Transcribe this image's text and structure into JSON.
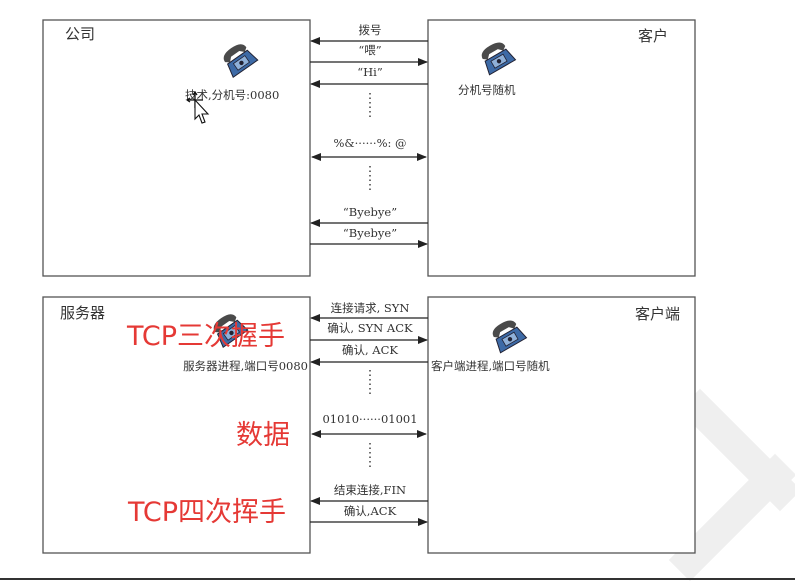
{
  "top": {
    "left_title": "公司",
    "right_title": "客户",
    "left_caption": "技术,分机号:0080",
    "right_caption": "分机号随机",
    "msg_1": "拨号",
    "msg_2": "“喂”",
    "msg_3": "“Hi”",
    "msg_4": "%&······%: @",
    "msg_5": "“Byebye”",
    "msg_6": "“Byebye”"
  },
  "bottom": {
    "left_title": "服务器",
    "right_title": "客户端",
    "left_caption": "服务器进程,端口号0080",
    "right_caption": "客户端进程,端口号随机",
    "msg_1": "连接请求, SYN",
    "msg_2": "确认, SYN ACK",
    "msg_3": "确认, ACK",
    "msg_4": "01010······01001",
    "msg_5": "结束连接,FIN",
    "msg_6": "确认,ACK"
  },
  "annotations": {
    "handshake": "TCP三次握手",
    "data": "数据",
    "wave": "TCP四次挥手"
  },
  "icons": [
    "telephone-icon",
    "mouse-cursor-icon"
  ],
  "colors": {
    "annotation": "#e53935",
    "box_border": "#555555"
  }
}
